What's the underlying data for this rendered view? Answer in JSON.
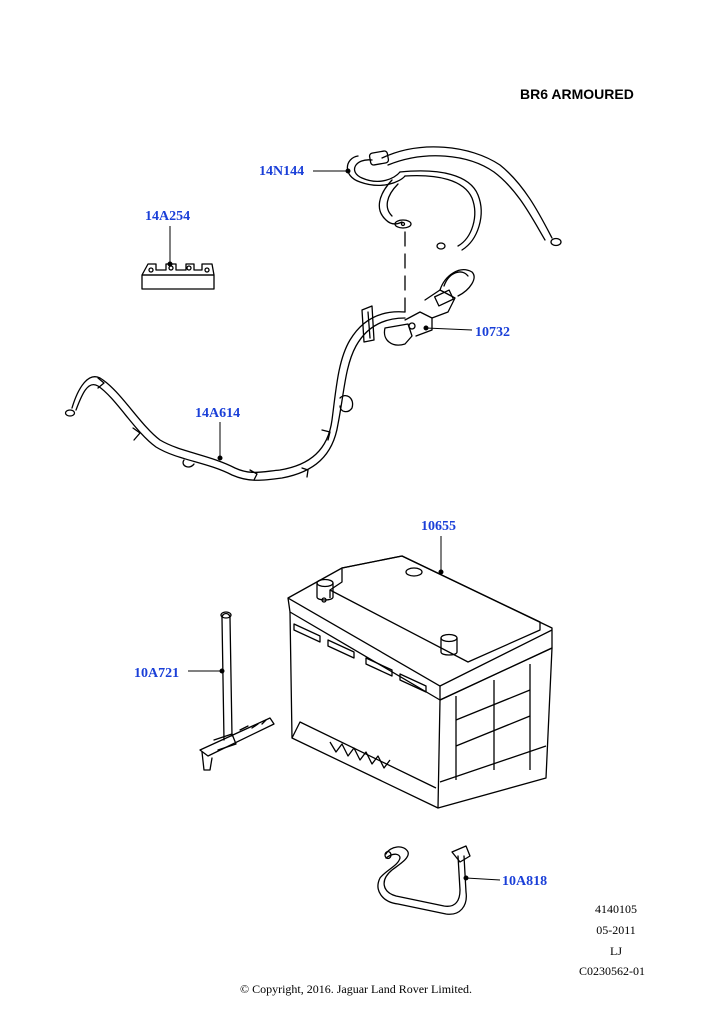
{
  "title": "BR6 ARMOURED",
  "callouts": {
    "c14N144": "14N144",
    "c14A254": "14A254",
    "c10732": "10732",
    "c14A614": "14A614",
    "c10655": "10655",
    "c10A721": "10A721",
    "c10A818": "10A818"
  },
  "meta": {
    "number": "4140105",
    "date": "05-2011",
    "initials": "LJ",
    "code": "C0230562-01"
  },
  "copyright": "© Copyright, 2016. Jaguar Land Rover Limited.",
  "colors": {
    "callout": "#1a3fd8",
    "line": "#000000"
  }
}
